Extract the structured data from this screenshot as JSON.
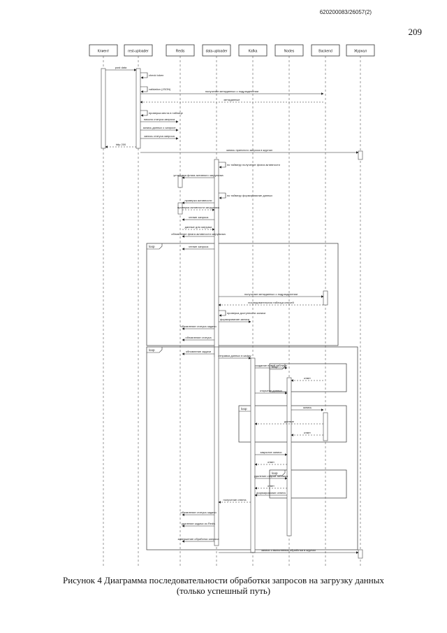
{
  "header": {
    "doc_number": "620200083/26057(2)",
    "page_number": "209"
  },
  "caption": {
    "line1": "Рисунок 4 Диаграмма последовательности обработки запросов на загрузку данных",
    "line2": "(только успешный путь)"
  },
  "participants": [
    "Клиент",
    "rest-uploader",
    "Redis",
    "data-uploader",
    "Kafka",
    "Nodes",
    "Backend",
    "Журнал"
  ],
  "frame_labels": [
    "loop",
    "loop",
    "loop",
    "loop",
    "loop"
  ],
  "messages": [
    "post data",
    "check token",
    "validation (JSON)",
    "получение метаданных о подразделении",
    "метаданные",
    "проверка места в таблице",
    "начало статуса запроса",
    "запись данных о запросе",
    "запись статуса запроса",
    "http 200",
    "запись принятого запроса в журнал",
    "по таймеру получение флага активности",
    "установка флага активного загрузчика",
    "по таймеру формирование данных",
    "проверка активности",
    "проверка активности загрузчика",
    "чтение запроса",
    "данные для загрузки",
    "обновление флага активности загрузчика",
    "чтение запроса",
    "получение метаданных о подразделении",
    "последовательная таблица ключей",
    "проверка доступности записи",
    "формирование записи",
    "обновление статуса задачи",
    "обновление статуса",
    "обновление задачи",
    "отправка данных в кафку",
    "создание новой таблицы",
    "ответ",
    "открытие данных",
    "запись",
    "данные",
    "ответ",
    "закрытие записи",
    "ответ",
    "удаление старой таблицы",
    "ответ",
    "формирование ответа",
    "получение ответа",
    "обновление статуса задачи",
    "удаление задачи из Redis",
    "завершение обработки запроса",
    "запись о выполнении обработки в журнал"
  ]
}
